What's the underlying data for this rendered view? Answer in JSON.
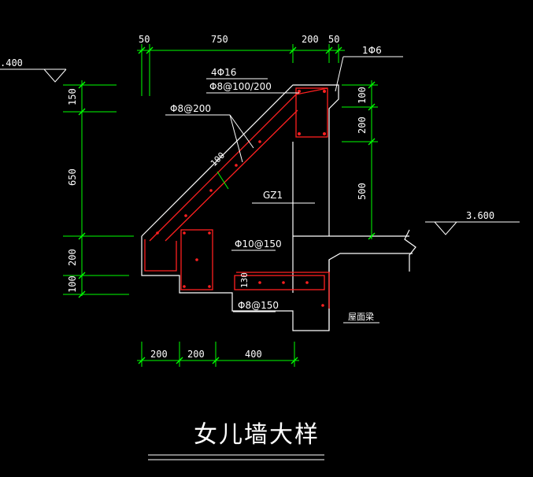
{
  "drawing": {
    "title": "女儿墙大样",
    "colors": {
      "background": "#000000",
      "outline": "#ffffff",
      "rebar": "#ff2020",
      "dimension": "#00ff00",
      "leader": "#ffffff"
    },
    "elevations": {
      "top": ".400",
      "right": "3.600"
    },
    "top_dims": [
      "50",
      "750",
      "200",
      "50"
    ],
    "left_dims": [
      "150",
      "650",
      "200",
      "100"
    ],
    "right_dims": [
      "100",
      "200",
      "500"
    ],
    "bottom_dims": [
      "200",
      "200",
      "400"
    ],
    "annotations": {
      "main_bars": "4Φ16",
      "stirrups_col": "Φ8@100/200",
      "slope_stirrups": "Φ8@200",
      "slope_thickness": "100",
      "column_tag": "GZ1",
      "beam_bars": "Φ10@150",
      "beam_dim": "130",
      "beam_stirrups": "Φ8@150",
      "corner_bar": "1Φ6",
      "roof_beam": "屋面梁"
    }
  }
}
